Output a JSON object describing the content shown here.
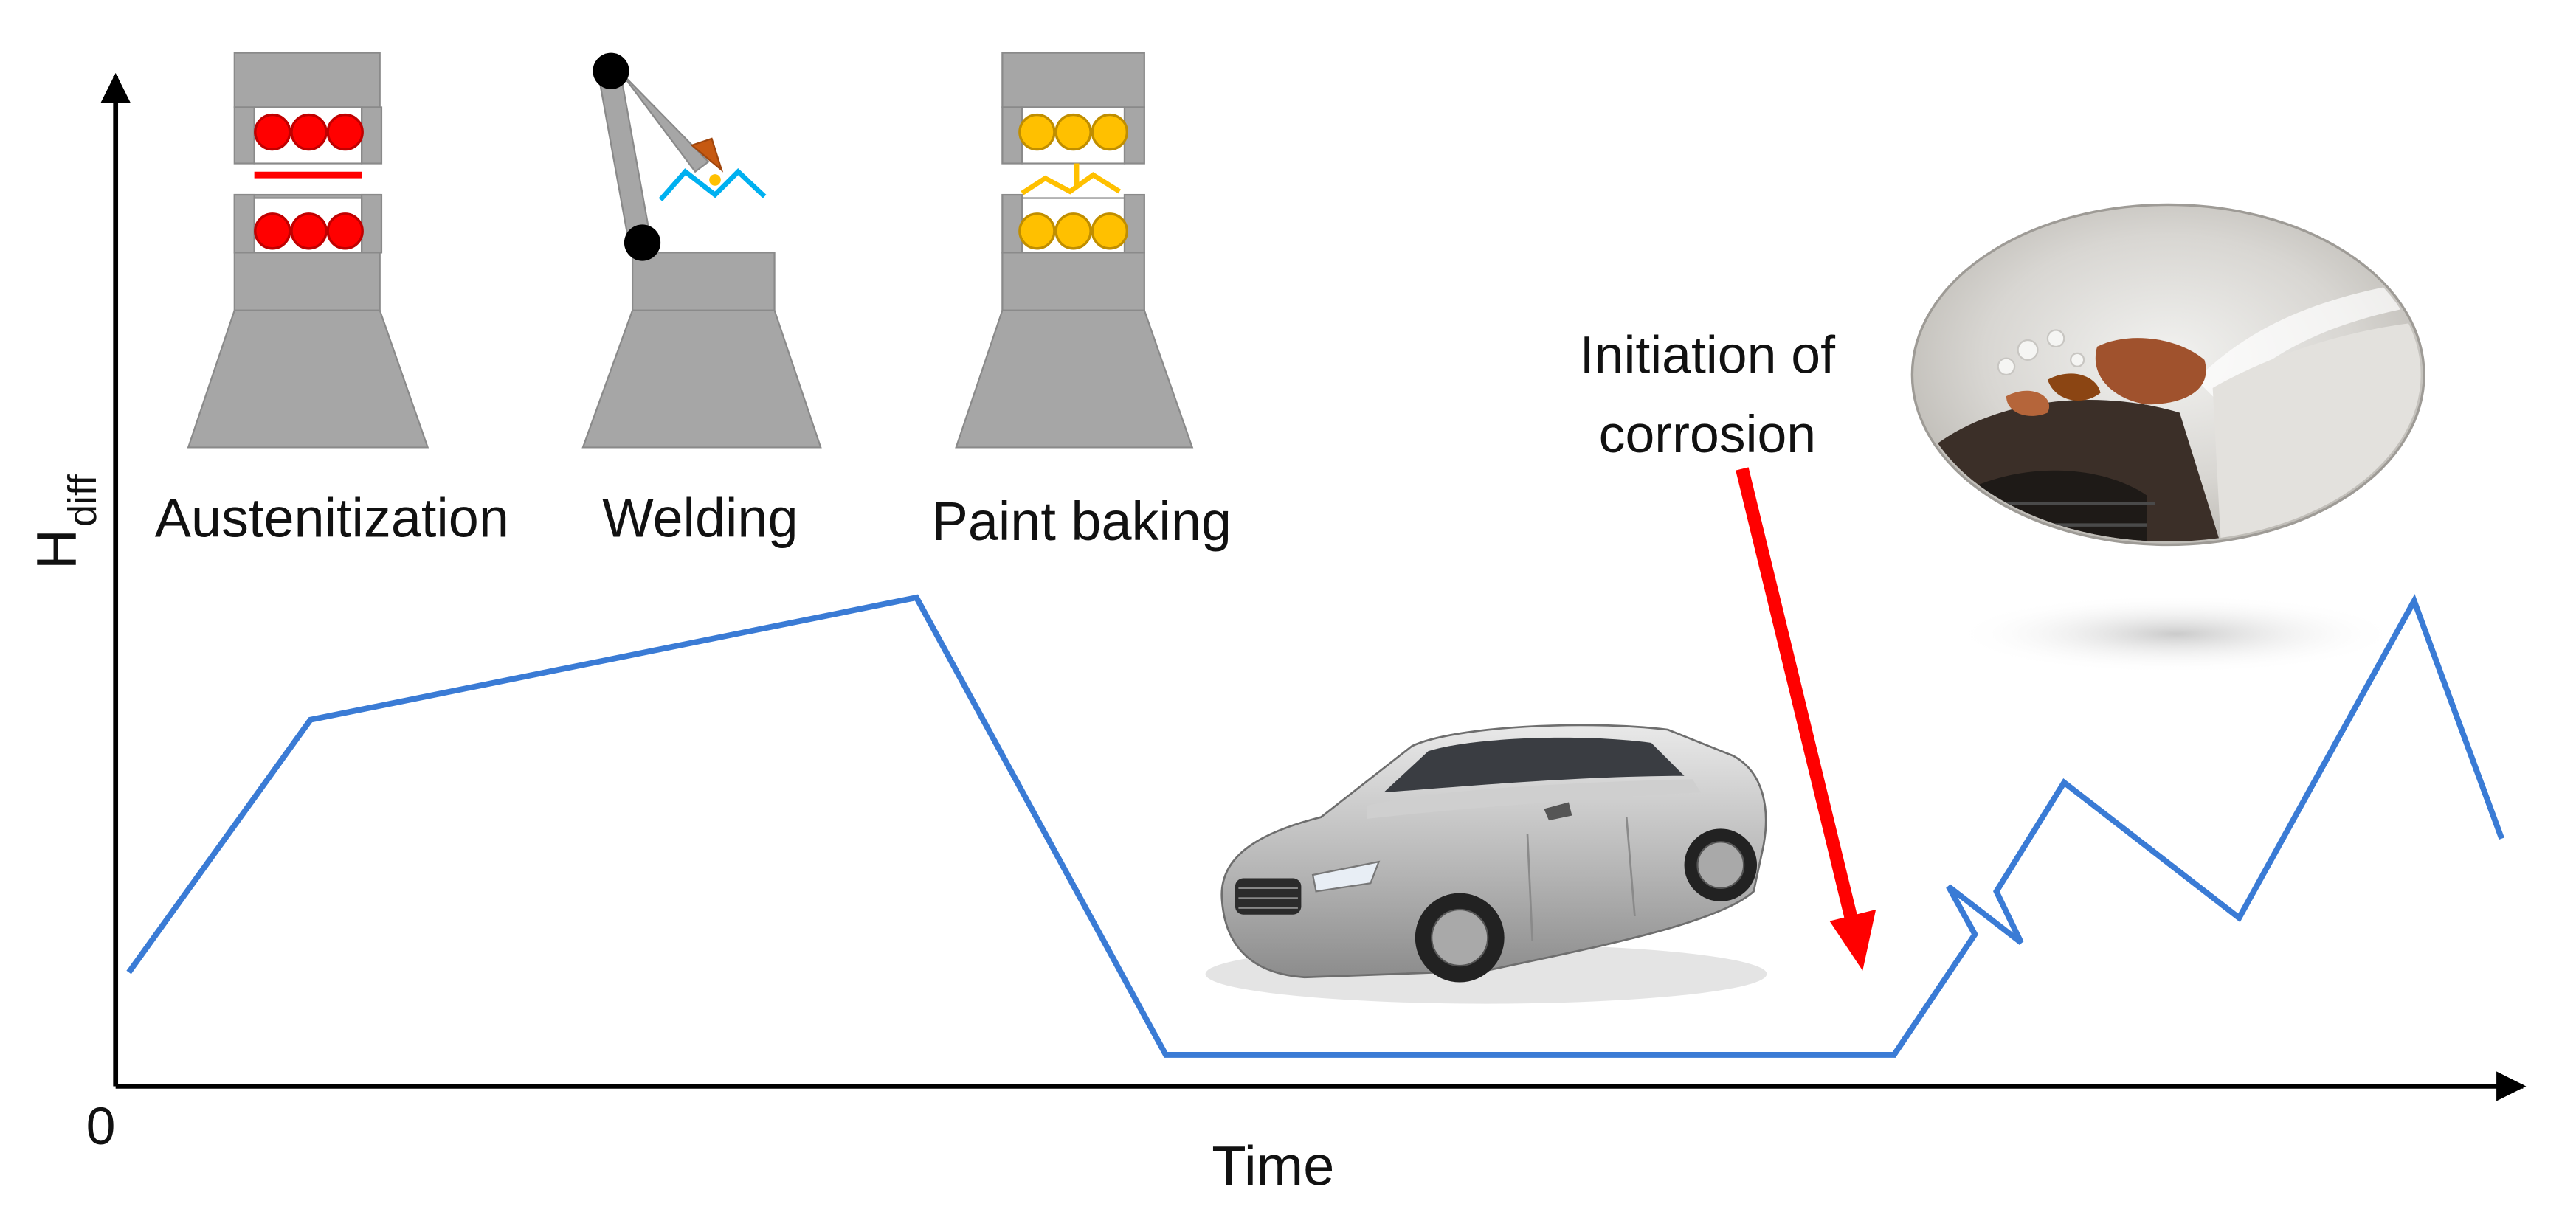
{
  "axes": {
    "y_label_main": "H",
    "y_label_sub": "diff",
    "x_label": "Time",
    "origin_label": "0"
  },
  "steps": [
    {
      "label": "Austenitization",
      "icon": "furnace-icon"
    },
    {
      "label": "Welding",
      "icon": "welding-robot-icon"
    },
    {
      "label": "Paint baking",
      "icon": "oven-icon"
    }
  ],
  "annotation": {
    "line1": "Initiation of",
    "line2": "corrosion",
    "arrow_color": "#ff0000"
  },
  "colors": {
    "curve": "#3a7bd5",
    "equipment": "#a6a6a6",
    "austenite_balls": "#ff0000",
    "paint_balls": "#ffc000",
    "weld_spark": "#00b0f0"
  },
  "images": {
    "car": "car-icon",
    "rust": "rust-closeup-icon"
  }
}
